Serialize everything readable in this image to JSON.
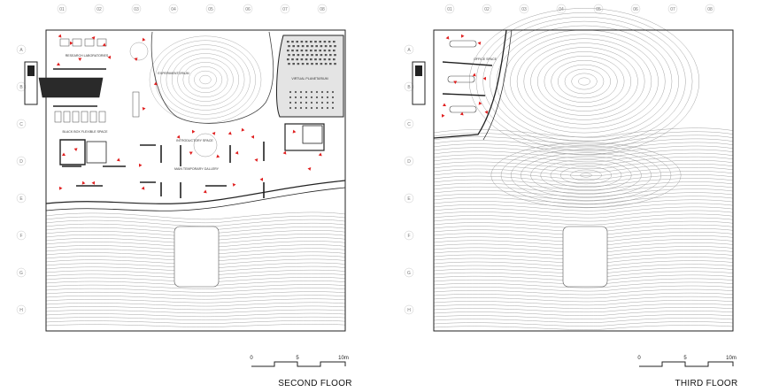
{
  "columns": [
    "01",
    "02",
    "03",
    "04",
    "05",
    "06",
    "07",
    "08"
  ],
  "rows": [
    "A",
    "B",
    "C",
    "D",
    "E",
    "F",
    "G",
    "H"
  ],
  "colors": {
    "wall": "#222222",
    "contour": "#9a9a9a",
    "accent": "#e02020",
    "grid_label": "#777777",
    "circle_stroke": "#bbbbbb"
  },
  "second_floor": {
    "title": "SECOND FLOOR",
    "rooms": {
      "research": "RESEARCH LABORATORIES",
      "experimentorium": "EXPERIMENTORIUM",
      "planetarium": "VIRTUAL PLANETARIUM",
      "black_box": "BLACK BOX FLEXIBLE SPACE",
      "introductory": "INTRODUCTORY SPACE",
      "gallery": "MAIN TEMPORARY GALLERY"
    }
  },
  "third_floor": {
    "title": "THIRD FLOOR",
    "rooms": {
      "office": "OFFICE SPACE"
    }
  },
  "scale": {
    "ticks": [
      "0",
      "5",
      "10m"
    ]
  }
}
